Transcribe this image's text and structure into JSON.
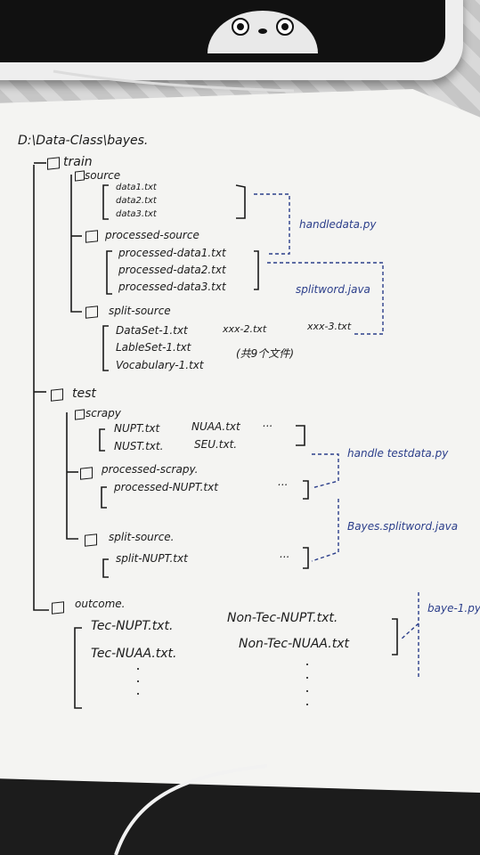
{
  "note": {
    "root_path": "D:\\Data-Class\\bayes.",
    "train": {
      "label": "train",
      "source": {
        "label": "source",
        "files": [
          "data1.txt",
          "data2.txt",
          "data3.txt"
        ]
      },
      "processed_source": {
        "label": "processed-source",
        "files": [
          "processed-data1.txt",
          "processed-data2.txt",
          "processed-data3.txt"
        ]
      },
      "split_source": {
        "label": "split-source",
        "files": [
          "DataSet-1.txt",
          "LableSet-1.txt",
          "Vocabulary-1.txt"
        ],
        "extra": [
          "xxx-2.txt",
          "xxx-3.txt"
        ],
        "count_note": "(共9个文件)"
      },
      "handle_script": "handledata.py",
      "split_script": "splitword.java"
    },
    "test": {
      "label": "test",
      "scrapy": {
        "label": "scrapy",
        "files_row1": [
          "NUPT.txt",
          "NUAA.txt",
          "..."
        ],
        "files_row2": [
          "NUST.txt.",
          "SEU.txt."
        ]
      },
      "processed_scrapy": {
        "label": "processed-scrapy.",
        "files": [
          "processed-NUPT.txt",
          "..."
        ]
      },
      "split_source": {
        "label": "split-source.",
        "files": [
          "split-NUPT.txt",
          "..."
        ]
      },
      "handle_script": "handle testdata.py",
      "split_script": "Bayes.splitword.java"
    },
    "outcome": {
      "label": "outcome.",
      "row1": [
        "Tec-NUPT.txt.",
        "Non-Tec-NUPT.txt."
      ],
      "row2": [
        "Tec-NUAA.txt.",
        "Non-Tec-NUAA.txt"
      ],
      "script": "baye-1.py"
    }
  },
  "colors": {
    "ink_black": "#1b1b1b",
    "ink_blue": "#2b3e8a",
    "paper": "#f4f4f2",
    "desk": "#1c1c1c"
  }
}
